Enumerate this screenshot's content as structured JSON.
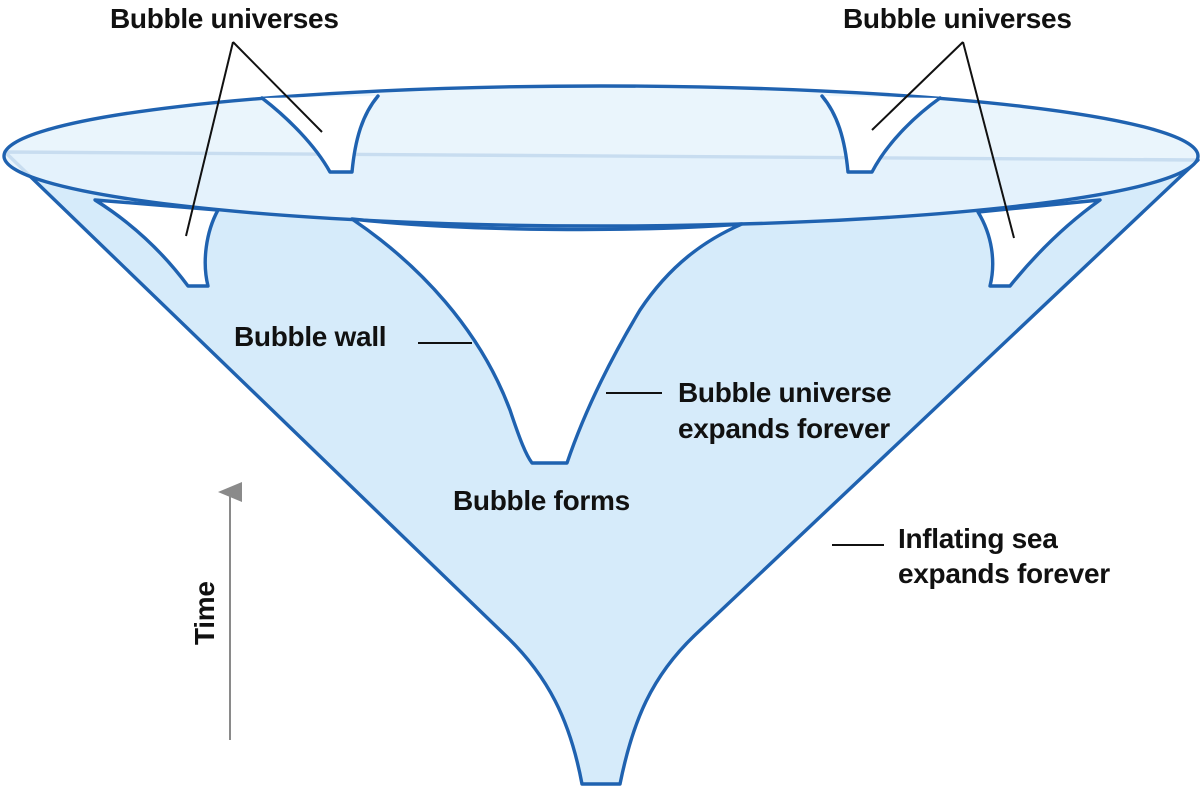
{
  "labels": {
    "bubble_universes_left": "Bubble universes",
    "bubble_universes_right": "Bubble universes",
    "bubble_wall": "Bubble wall",
    "bubble_universe_line1": "Bubble universe",
    "bubble_universe_line2": "expands forever",
    "bubble_forms": "Bubble forms",
    "inflating_sea_line1": "Inflating sea",
    "inflating_sea_line2": "expands forever",
    "time": "Time"
  },
  "colors": {
    "sea_fill": "#d6ebfa",
    "rim_fill": "#e6f3fc",
    "bubble_fill": "#ffffff",
    "outline": "#1f62b0",
    "text": "#111111",
    "arrow": "#8a8a8a"
  }
}
